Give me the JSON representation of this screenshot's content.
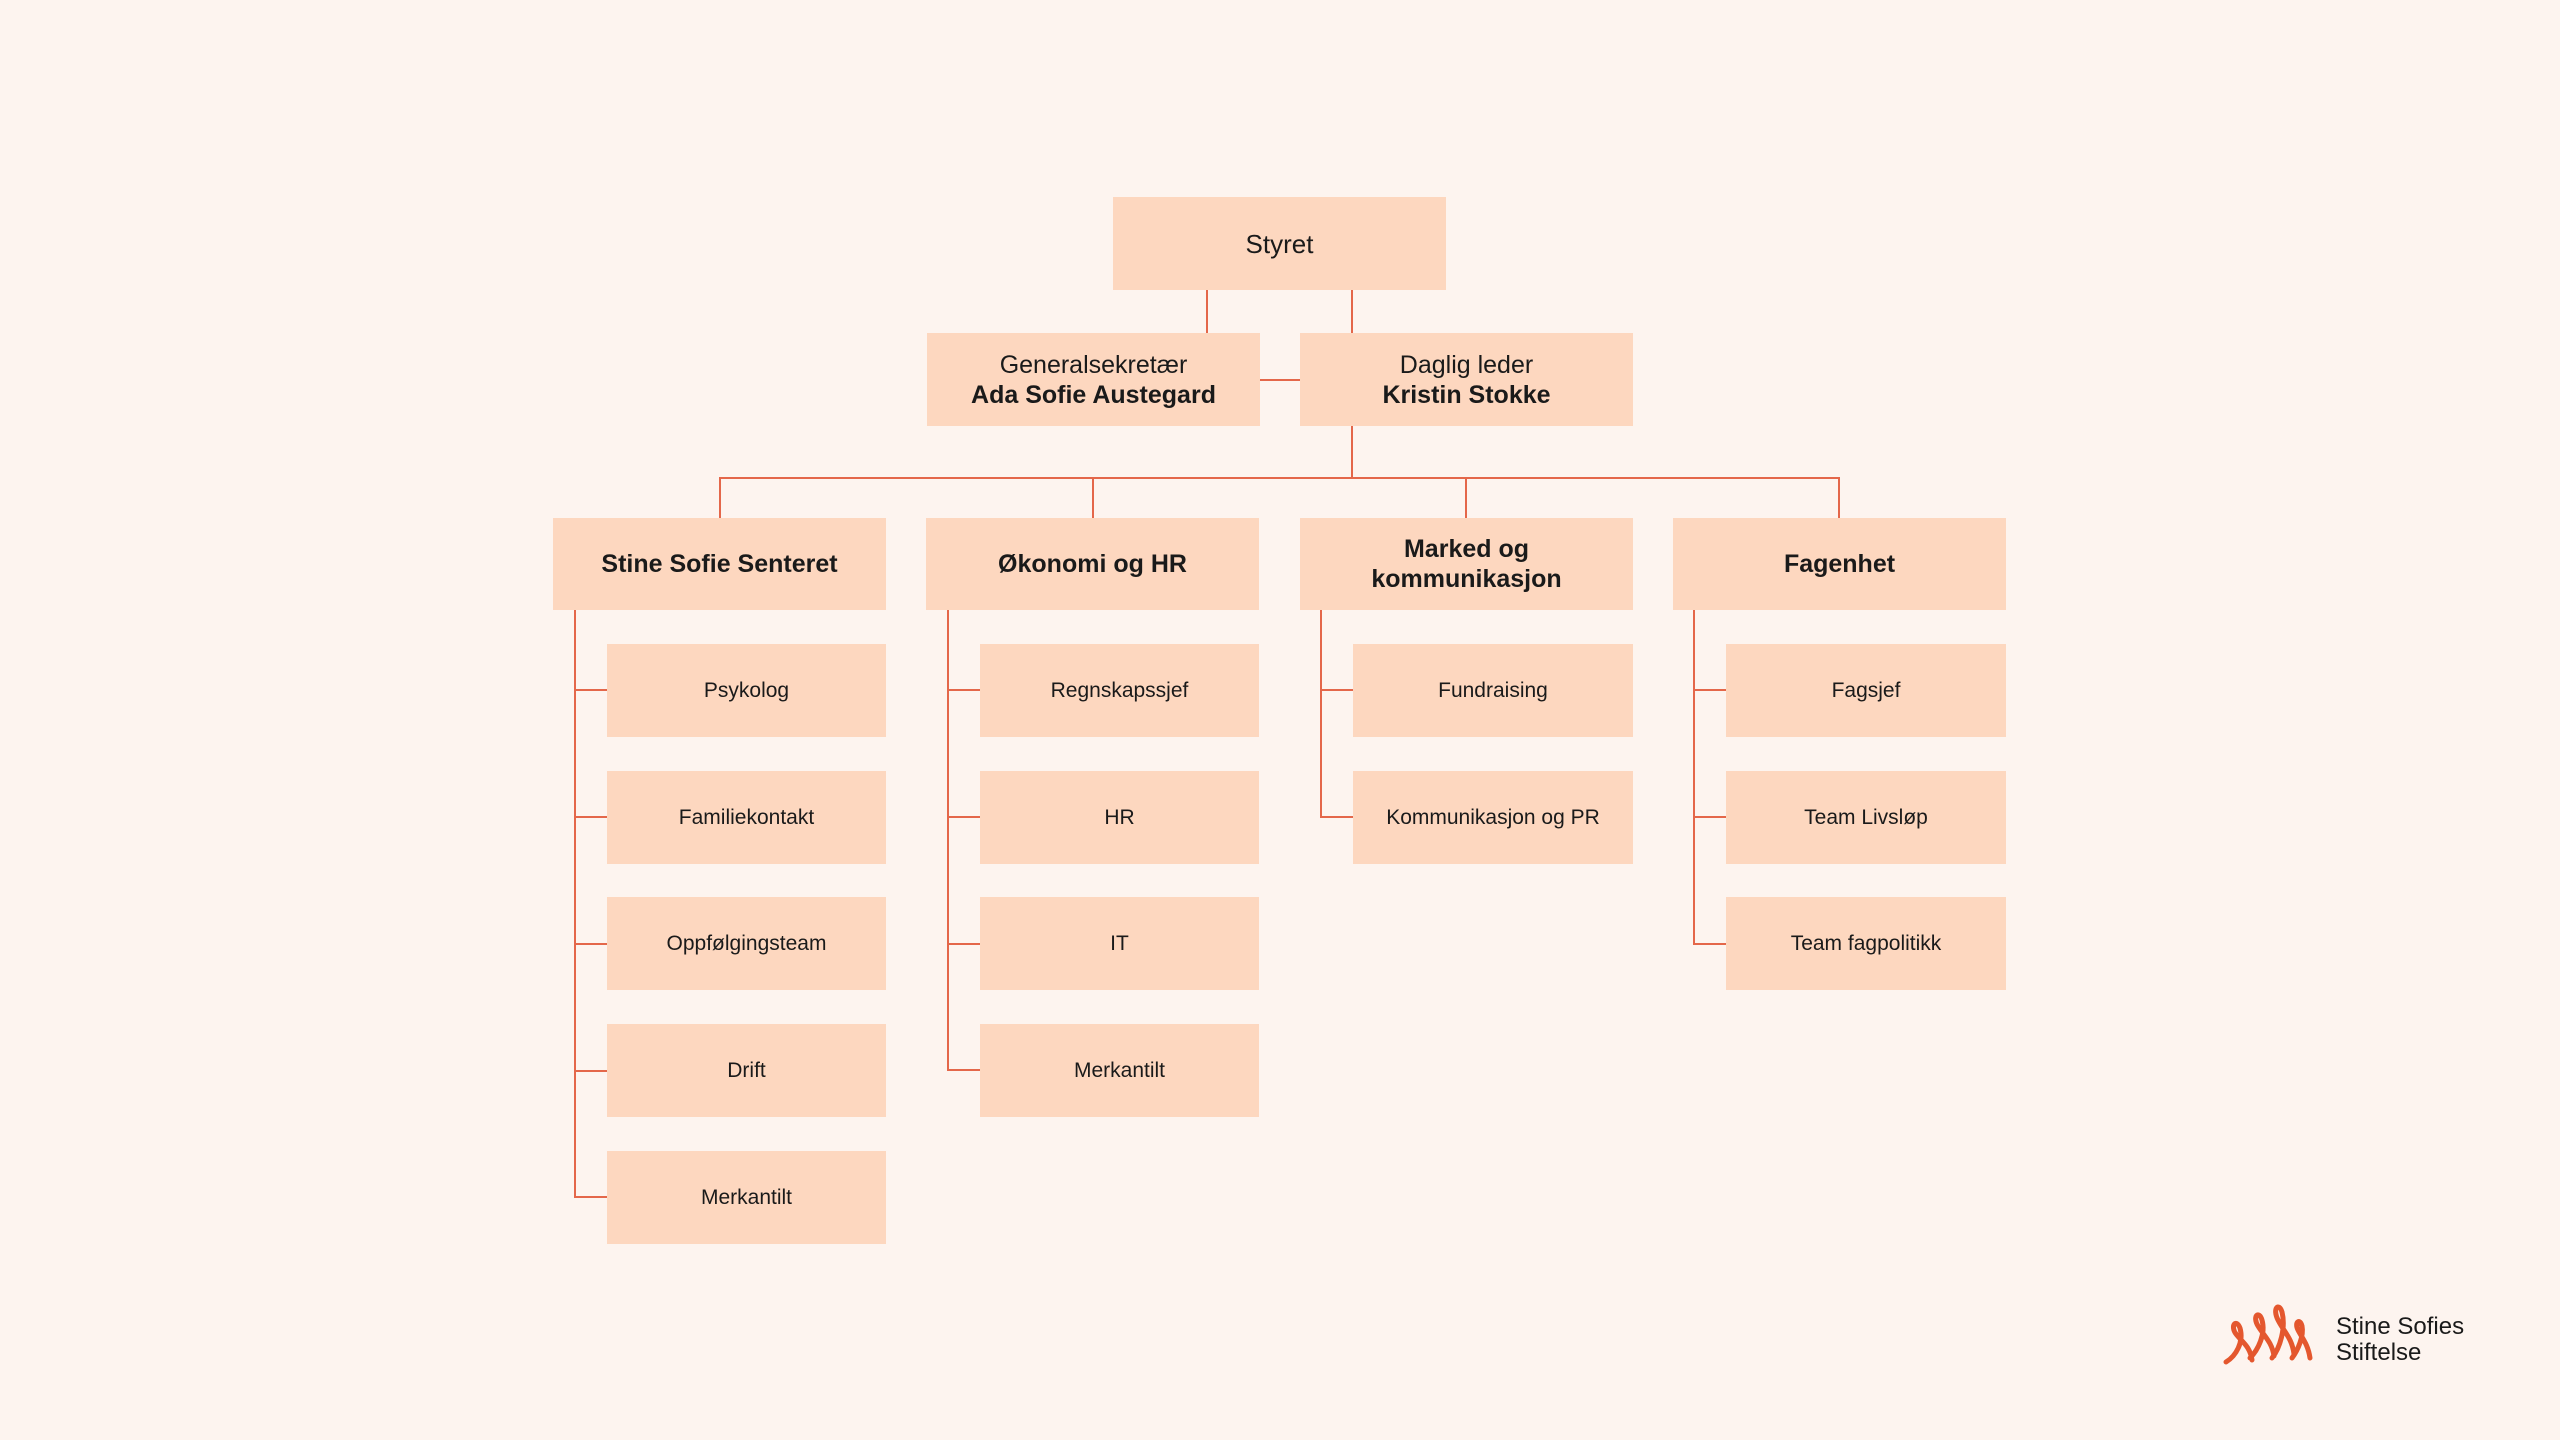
{
  "board": {
    "label": "Styret"
  },
  "secretary_general": {
    "role": "Generalsekretær",
    "name": "Ada Sofie Austegard"
  },
  "daily_leader": {
    "role": "Daglig leder",
    "name": "Kristin Stokke"
  },
  "departments": [
    {
      "name": "Stine Sofie Senteret",
      "units": [
        "Psykolog",
        "Familiekontakt",
        "Oppfølgingsteam",
        "Drift",
        "Merkantilt"
      ]
    },
    {
      "name": "Økonomi og HR",
      "units": [
        "Regnskapssjef",
        "HR",
        "IT",
        "Merkantilt"
      ]
    },
    {
      "name": "Marked og kommunikasjon",
      "units": [
        "Fundraising",
        "Kommunikasjon og PR"
      ]
    },
    {
      "name": "Fagenhet",
      "units": [
        "Fagsjef",
        "Team Livsløp",
        "Team fagpolitikk"
      ]
    }
  ],
  "logo": {
    "line1": "Stine Sofies",
    "line2": "Stiftelse",
    "color": "#e4572e"
  },
  "colors": {
    "box": "#fdd7bf",
    "line": "#e4674a",
    "background": "#fdf4ef"
  }
}
